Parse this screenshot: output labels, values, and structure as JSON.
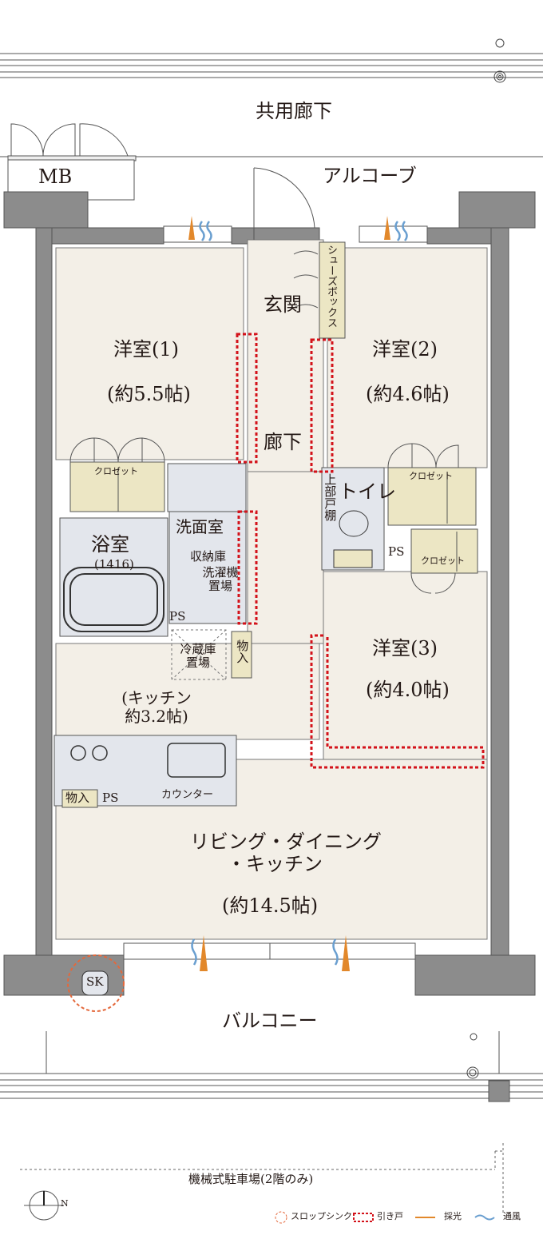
{
  "labels": {
    "common_corridor": "共用廊下",
    "mb": "MB",
    "alcove": "アルコーブ",
    "entrance": "玄関",
    "shoebox": "シューズボックス",
    "room1_name": "洋室(1)",
    "room1_size": "(約5.5帖)",
    "room2_name": "洋室(2)",
    "room2_size": "(約4.6帖)",
    "hallway": "廊下",
    "closet": "クロゼット",
    "toilet": "トイレ",
    "upper_shelf": "上部戸棚",
    "washroom": "洗面室",
    "storage": "収納庫",
    "washer": "洗濯機置場",
    "bath": "浴室",
    "bath_size": "(1416)",
    "ps": "PS",
    "fridge": "冷蔵庫置場",
    "storage_small": "物入",
    "room3_name": "洋室(3)",
    "room3_size": "(約4.0帖)",
    "kitchen": "(キッチン約3.2帖)",
    "counter": "カウンター",
    "ldk_line1": "リビング・ダイニング",
    "ldk_line2": "・キッチン",
    "ldk_size": "(約14.5帖)",
    "sk": "SK",
    "balcony": "バルコニー",
    "parking": "機械式駐車場(2階のみ)",
    "north": "N"
  },
  "legend": {
    "slop_sink": "スロップシンク",
    "sliding_door": "引き戸",
    "daylight": "採光",
    "ventilation": "通風"
  },
  "colors": {
    "wall": "#8c8c8c",
    "wall_dark": "#555555",
    "floor": "#f3efe7",
    "wet_area": "#e3e6ec",
    "storage": "#ece6c4",
    "sliding_door": "#d3121a",
    "daylight": "#e2882b",
    "ventilation": "#6a9fd0",
    "sk_circle": "#e4683b"
  }
}
